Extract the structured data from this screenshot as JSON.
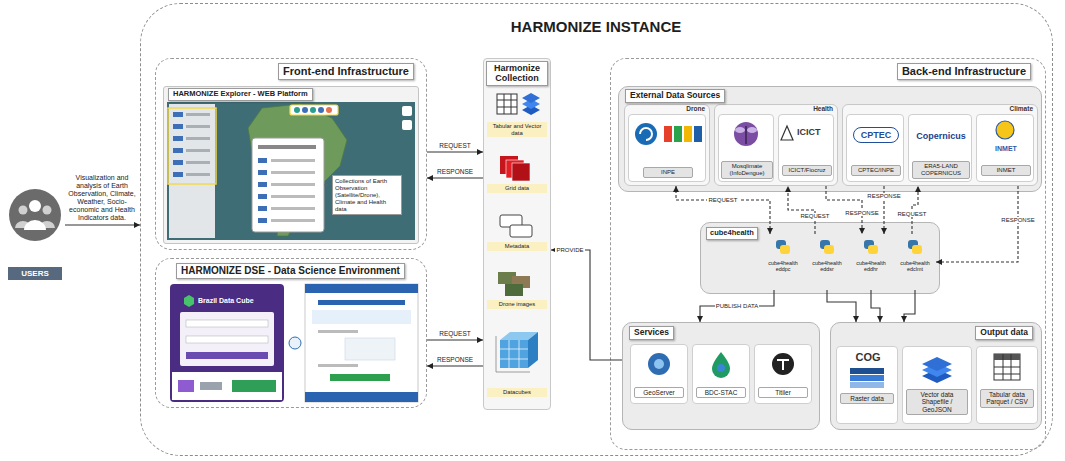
{
  "diagram": {
    "nodes": [
      {
        "text": [
          "USERS"
        ]
      },
      {
        "text": [
          "HARMONIZE INSTANCE"
        ]
      },
      {
        "text": [
          "Front-end Infrastructure"
        ],
        "in": 1
      },
      {
        "text": [
          "HARMONIZE Explorer - WEB Platform",
          "Collections of Earth Observation (Satellite/Drone), Climate and Health data"
        ],
        "in": 2
      },
      {
        "text": [
          "HARMONIZE DSE - Data Science Environment",
          "Brazil Data Cube"
        ],
        "in": 1
      },
      {
        "text": [
          "Harmonize Collection"
        ],
        "in": 1
      },
      {
        "text": [
          "Tabular and Vector data"
        ],
        "in": 5
      },
      {
        "text": [
          "Grid data"
        ],
        "in": 5
      },
      {
        "text": [
          "Metadata"
        ],
        "in": 5
      },
      {
        "text": [
          "Drone images"
        ],
        "in": 5
      },
      {
        "text": [
          "Datacubes"
        ],
        "in": 5
      },
      {
        "text": [
          "Back-end Infrastructure"
        ],
        "in": 1
      },
      {
        "text": [
          "External Data Sources"
        ],
        "in": 11
      },
      {
        "text": [
          "Drone"
        ],
        "in": 12
      },
      {
        "text": [
          "INPE"
        ],
        "in": 13
      },
      {
        "text": [
          "Health"
        ],
        "in": 12
      },
      {
        "text": [
          "Mosqlimate (InfoDengue)"
        ],
        "in": 15
      },
      {
        "text": [
          "ICICT",
          "ICICT/Fiocruz"
        ],
        "in": 15
      },
      {
        "text": [
          "Climate"
        ],
        "in": 12
      },
      {
        "text": [
          "CPTEC",
          "CPTEC/INPE"
        ],
        "in": 18
      },
      {
        "text": [
          "Copernicus",
          "ERA5-LAND COPERNICUS"
        ],
        "in": 18
      },
      {
        "text": [
          "INMET",
          "INMET"
        ],
        "in": 18
      },
      {
        "text": [
          "cube4health"
        ],
        "in": 11
      },
      {
        "text": [
          "cube4health eddpc"
        ],
        "in": 22
      },
      {
        "text": [
          "cube4health eddsr"
        ],
        "in": 22
      },
      {
        "text": [
          "cube4health eddhr"
        ],
        "in": 22
      },
      {
        "text": [
          "cube4health edclmt"
        ],
        "in": 22
      },
      {
        "text": [
          "Services"
        ],
        "in": 11
      },
      {
        "text": [
          "GeoServer"
        ],
        "in": 27
      },
      {
        "text": [
          "BDC-STAC"
        ],
        "in": 27
      },
      {
        "text": [
          "Titiler"
        ],
        "in": 27
      },
      {
        "text": [
          "Output data"
        ],
        "in": 11
      },
      {
        "text": [
          "COG",
          "Raster data"
        ],
        "in": 31
      },
      {
        "text": [
          "Vector data Shapefile / GeoJSON"
        ],
        "in": 31
      },
      {
        "text": [
          "Tabular data Parquet / CSV"
        ],
        "in": 31
      }
    ],
    "edges": [
      {
        "from": 0,
        "to": 1,
        "arrow": "to",
        "label": "Visualization and analysis of Earth Observation, Climate, Weather, Socio-economic and Health Indicators data."
      },
      {
        "from": 2,
        "to": 5,
        "arrow": "to",
        "label": "REQUEST"
      },
      {
        "from": 5,
        "to": 2,
        "arrow": "to",
        "label": "RESPONSE"
      },
      {
        "from": 4,
        "to": 5,
        "arrow": "to",
        "label": "REQUEST"
      },
      {
        "from": 5,
        "to": 4,
        "arrow": "to",
        "label": "RESPONSE"
      },
      {
        "from": 27,
        "to": 5,
        "arrow": "to",
        "label": "PROVIDE"
      },
      {
        "from": 23,
        "to": 13,
        "arrow": "both",
        "label": "REQUEST"
      },
      {
        "from": 24,
        "to": 15,
        "arrow": "to",
        "label": "REQUEST"
      },
      {
        "from": 15,
        "to": 25,
        "arrow": "to",
        "label": "RESPONSE"
      },
      {
        "from": 18,
        "to": 25,
        "arrow": "to",
        "label": "RESPONSE"
      },
      {
        "from": 26,
        "to": 18,
        "arrow": "to",
        "label": "REQUEST"
      },
      {
        "from": 18,
        "to": 26,
        "arrow": "to",
        "label": "RESPONSE"
      },
      {
        "from": 23,
        "to": 27,
        "arrow": "to",
        "label": "PUBLISH DATA"
      },
      {
        "from": 24,
        "to": 31,
        "arrow": "to"
      },
      {
        "from": 25,
        "to": 31,
        "arrow": "to"
      },
      {
        "from": 26,
        "to": 31,
        "arrow": "to"
      }
    ]
  }
}
